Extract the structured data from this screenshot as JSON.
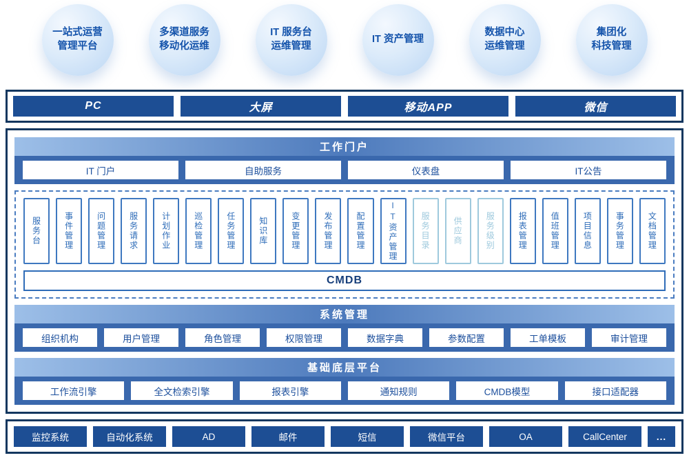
{
  "colors": {
    "navy_border": "#14375f",
    "bar_blue": "#1d4e94",
    "band_blue": "#3a68ad",
    "module_blue": "#2e6cb8",
    "muted_module_blue": "#9ec9dd",
    "bubble_text_blue": "#1453ab"
  },
  "bubbles": [
    {
      "label": "一站式运营\n管理平台"
    },
    {
      "label": "多渠道服务\n移动化运维"
    },
    {
      "label": "IT 服务台\n运维管理"
    },
    {
      "label": "IT 资产管理"
    },
    {
      "label": "数据中心\n运维管理"
    },
    {
      "label": "集团化\n科技管理"
    }
  ],
  "channels": [
    "PC",
    "大屏",
    "移动APP",
    "微信"
  ],
  "portal": {
    "title": "工作门户",
    "items": [
      "IT 门户",
      "自助服务",
      "仪表盘",
      "IT公告"
    ]
  },
  "modules": {
    "cmdb": "CMDB",
    "items": [
      {
        "label": "服务台",
        "muted": false
      },
      {
        "label": "事件管理",
        "muted": false
      },
      {
        "label": "问题管理",
        "muted": false
      },
      {
        "label": "服务请求",
        "muted": false
      },
      {
        "label": "计划作业",
        "muted": false
      },
      {
        "label": "巡检管理",
        "muted": false
      },
      {
        "label": "任务管理",
        "muted": false
      },
      {
        "label": "知识库",
        "muted": false
      },
      {
        "label": "变更管理",
        "muted": false
      },
      {
        "label": "发布管理",
        "muted": false
      },
      {
        "label": "配置管理",
        "muted": false
      },
      {
        "label": "IT资产管理",
        "muted": false
      },
      {
        "label": "服务目录",
        "muted": true
      },
      {
        "label": "供应商",
        "muted": true
      },
      {
        "label": "服务级别",
        "muted": true
      },
      {
        "label": "报表管理",
        "muted": false
      },
      {
        "label": "值班管理",
        "muted": false
      },
      {
        "label": "项目信息",
        "muted": false
      },
      {
        "label": "事务管理",
        "muted": false
      },
      {
        "label": "文档管理",
        "muted": false
      }
    ]
  },
  "system": {
    "title": "系统管理",
    "items": [
      "组织机构",
      "用户管理",
      "角色管理",
      "权限管理",
      "数据字典",
      "参数配置",
      "工单模板",
      "审计管理"
    ]
  },
  "platform": {
    "title": "基础底层平台",
    "items": [
      "工作流引擎",
      "全文检索引擎",
      "报表引擎",
      "通知规则",
      "CMDB模型",
      "接口适配器"
    ]
  },
  "integrations": [
    "监控系统",
    "自动化系统",
    "AD",
    "邮件",
    "短信",
    "微信平台",
    "OA",
    "CallCenter",
    "..."
  ]
}
